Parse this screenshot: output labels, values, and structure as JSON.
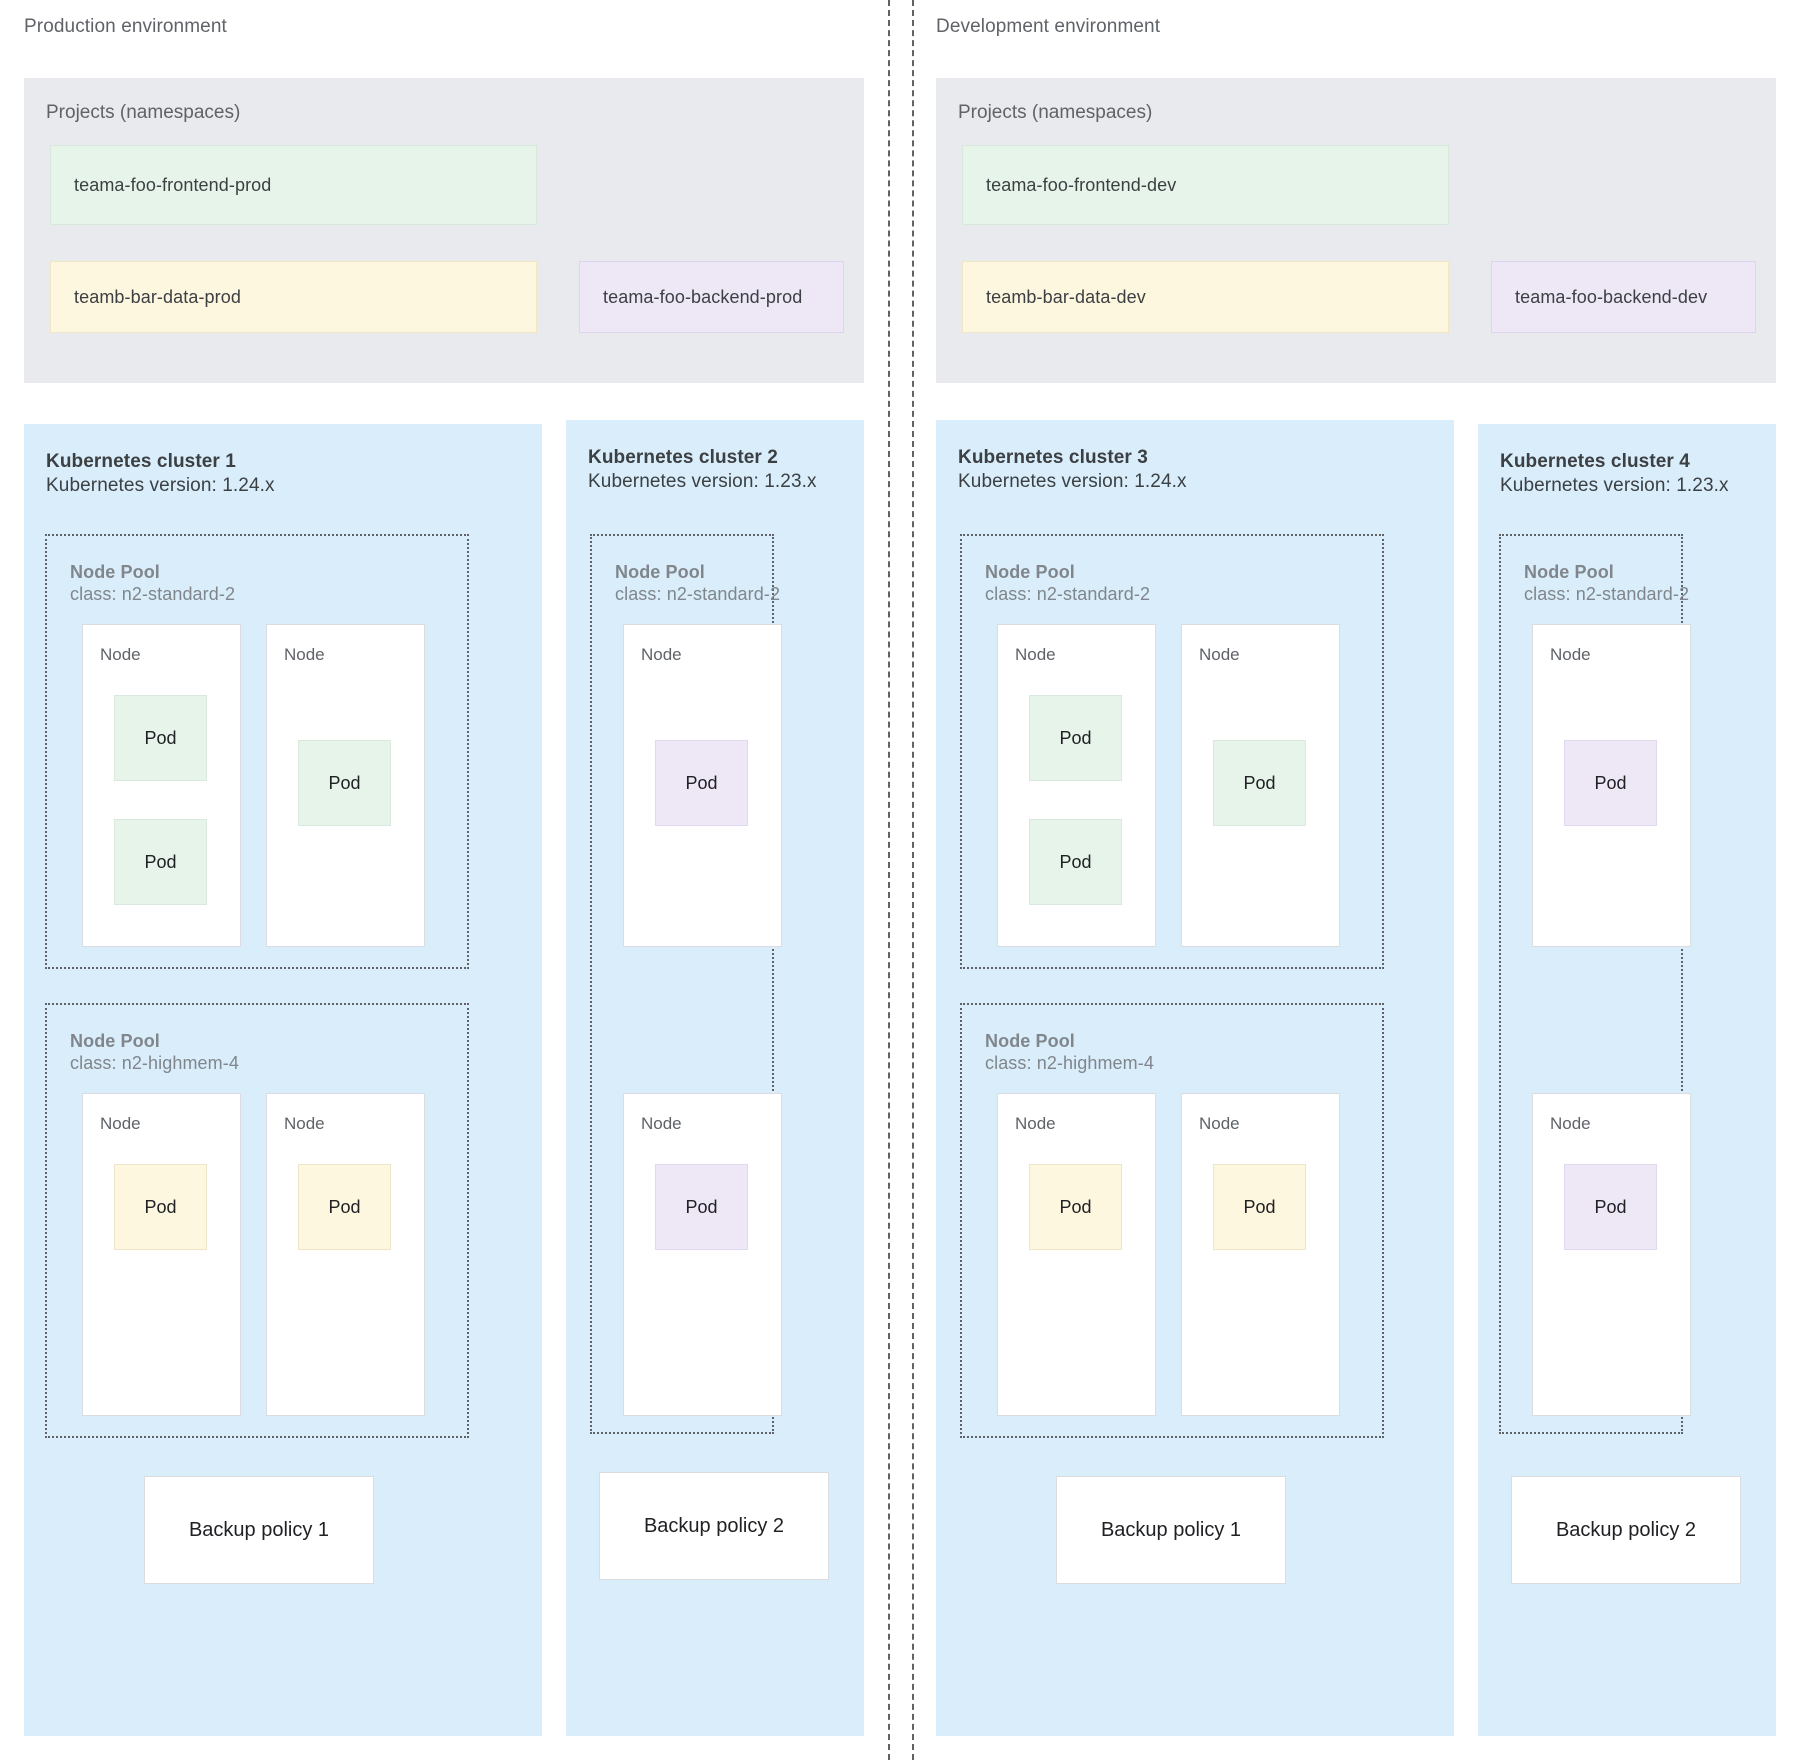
{
  "environments": [
    {
      "id": "production",
      "title": "Production environment",
      "projects": {
        "title": "Projects (namespaces)",
        "items": [
          {
            "label": "teama-foo-frontend-prod",
            "color": "green"
          },
          {
            "label": "teamb-bar-data-prod",
            "color": "yellow"
          },
          {
            "label": "teama-foo-backend-prod",
            "color": "purple"
          }
        ]
      },
      "clusters": [
        {
          "name": "Kubernetes cluster 1",
          "version": "Kubernetes version: 1.24.x",
          "pools": [
            {
              "name": "Node Pool",
              "class": "class: n2-standard-2"
            },
            {
              "name": "Node Pool",
              "class": "class: n2-highmem-4"
            }
          ],
          "node_label": "Node",
          "pod_label": "Pod",
          "backup": "Backup policy 1"
        },
        {
          "name": "Kubernetes cluster 2",
          "version": "Kubernetes version: 1.23.x",
          "pools": [
            {
              "name": "Node Pool",
              "class": "class: n2-standard-2"
            }
          ],
          "node_label": "Node",
          "pod_label": "Pod",
          "backup": "Backup policy 2"
        }
      ]
    },
    {
      "id": "development",
      "title": "Development environment",
      "projects": {
        "title": "Projects (namespaces)",
        "items": [
          {
            "label": "teama-foo-frontend-dev",
            "color": "green"
          },
          {
            "label": "teamb-bar-data-dev",
            "color": "yellow"
          },
          {
            "label": "teama-foo-backend-dev",
            "color": "purple"
          }
        ]
      },
      "clusters": [
        {
          "name": "Kubernetes cluster 3",
          "version": "Kubernetes version: 1.24.x",
          "pools": [
            {
              "name": "Node Pool",
              "class": "class: n2-standard-2"
            },
            {
              "name": "Node Pool",
              "class": "class: n2-highmem-4"
            }
          ],
          "node_label": "Node",
          "pod_label": "Pod",
          "backup": "Backup policy 1"
        },
        {
          "name": "Kubernetes cluster 4",
          "version": "Kubernetes version: 1.23.x",
          "pools": [
            {
              "name": "Node Pool",
              "class": "class: n2-standard-2"
            }
          ],
          "node_label": "Node",
          "pod_label": "Pod",
          "backup": "Backup policy 2"
        }
      ]
    }
  ],
  "colors": {
    "cluster_bg": "#d9edfb",
    "projects_bg": "#e8eaed",
    "pod_green": "#e6f4ea",
    "pod_yellow": "#fef7e0",
    "pod_purple": "#ede7f6",
    "text_primary": "#3c4043",
    "text_muted": "#5f6368",
    "border": "#dadce0"
  }
}
